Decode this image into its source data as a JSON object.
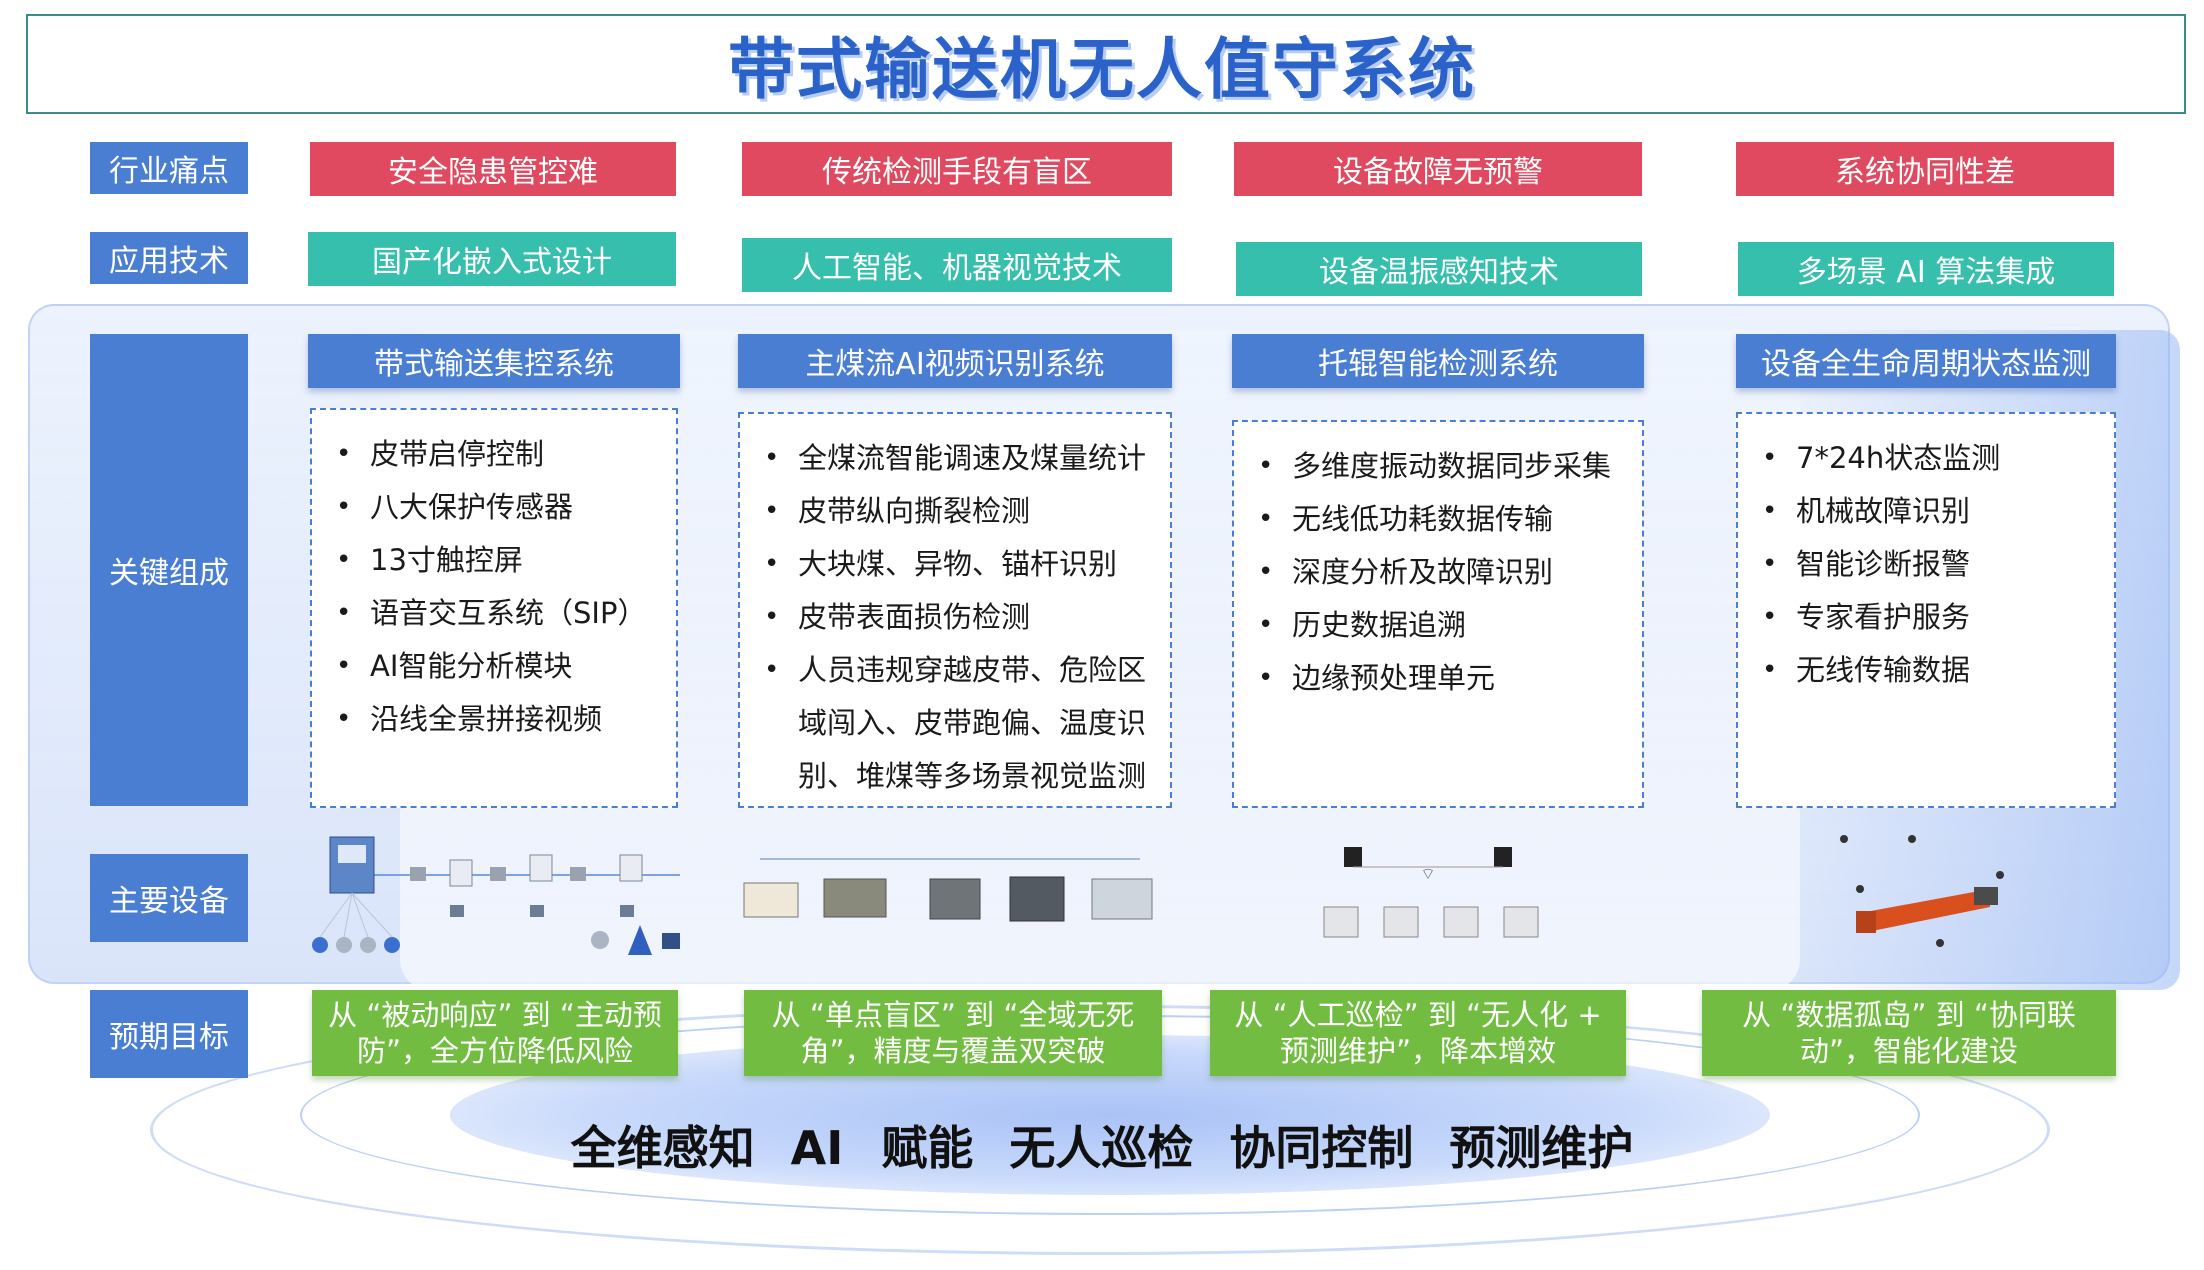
{
  "title": "带式输送机无人值守系统",
  "row_labels": {
    "pain": "行业痛点",
    "tech": "应用技术",
    "components": "关键组成",
    "equipment": "主要设备",
    "goals": "预期目标"
  },
  "columns": [
    {
      "pain": "安全隐患管控难",
      "tech": "国产化嵌入式设计",
      "system": "带式输送集控系统",
      "bullets": [
        "皮带启停控制",
        "八大保护传感器",
        "13寸触控屏",
        "语音交互系统（SIP）",
        "AI智能分析模块",
        "沿线全景拼接视频"
      ],
      "goal": "从 “被动响应” 到 “主动预防”，全方位降低风险"
    },
    {
      "pain": "传统检测手段有盲区",
      "tech": "人工智能、机器视觉技术",
      "system": "主煤流AI视频识别系统",
      "bullets": [
        "全煤流智能调速及煤量统计",
        "皮带纵向撕裂检测",
        "大块煤、异物、锚杆识别",
        "皮带表面损伤检测",
        "人员违规穿越皮带、危险区域闯入、皮带跑偏、温度识别、堆煤等多场景视觉监测"
      ],
      "goal": "从 “单点盲区” 到 “全域无死角”，精度与覆盖双突破"
    },
    {
      "pain": "设备故障无预警",
      "tech": "设备温振感知技术",
      "system": "托辊智能检测系统",
      "bullets": [
        "多维度振动数据同步采集",
        "无线低功耗数据传输",
        "深度分析及故障识别",
        "历史数据追溯",
        "边缘预处理单元"
      ],
      "goal": "从 “人工巡检” 到 “无人化 + 预测维护”，降本增效"
    },
    {
      "pain": "系统协同性差",
      "tech": "多场景 AI 算法集成",
      "system": "设备全生命周期状态监测",
      "bullets": [
        "7*24h状态监测",
        "机械故障识别",
        "智能诊断报警",
        "专家看护服务",
        "无线传输数据"
      ],
      "goal": "从 “数据孤岛” 到 “协同联动”，智能化建设"
    }
  ],
  "slogan": [
    "全维感知",
    "AI 赋能",
    "无人巡检",
    "协同控制",
    "预测维护"
  ],
  "colors": {
    "pain": "#e04a60",
    "tech": "#37bfae",
    "system": "#4a7ed3",
    "goal": "#72bd41",
    "title": "#2b62c9"
  }
}
